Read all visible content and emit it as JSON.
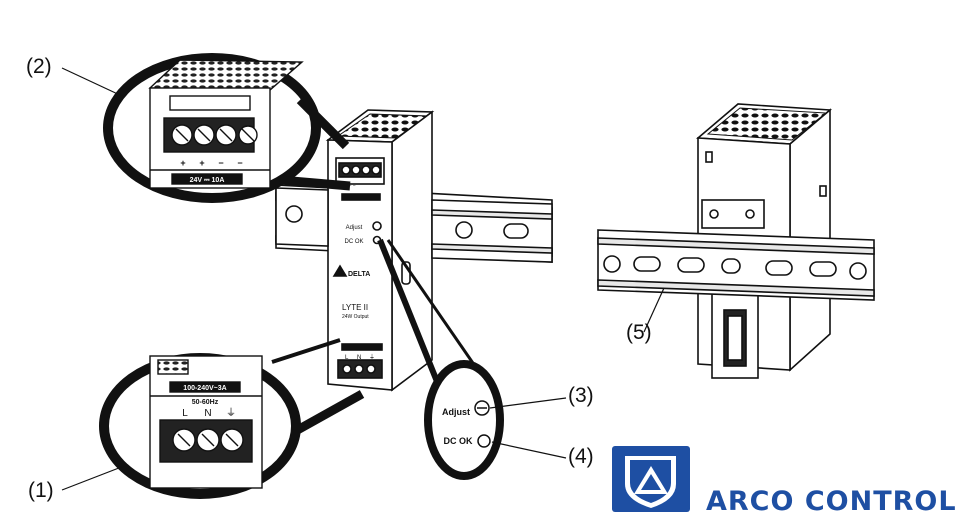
{
  "callouts": {
    "c1": "(1)",
    "c2": "(2)",
    "c3": "(3)",
    "c4": "(4)",
    "c5": "(5)"
  },
  "top_zoom": {
    "polarity": [
      "+",
      "+",
      "−",
      "−"
    ],
    "rating": "24V ⎓ 10A"
  },
  "bottom_zoom": {
    "input_rating": "100-240V~3A",
    "frequency": "50-60Hz",
    "terminals": [
      "L",
      "N",
      "⏚"
    ]
  },
  "right_zoom": {
    "adjust": "Adjust",
    "dc_ok": "DC OK"
  },
  "device": {
    "brand": "DELTA",
    "model": "LYTE II",
    "output": "24W Output",
    "adjust": "Adjust",
    "dc_ok": "DC OK",
    "terminals": [
      "L",
      "N",
      "⏚"
    ]
  },
  "logo": {
    "text": "ARCO CONTROL",
    "color": "#1e4fa3"
  }
}
